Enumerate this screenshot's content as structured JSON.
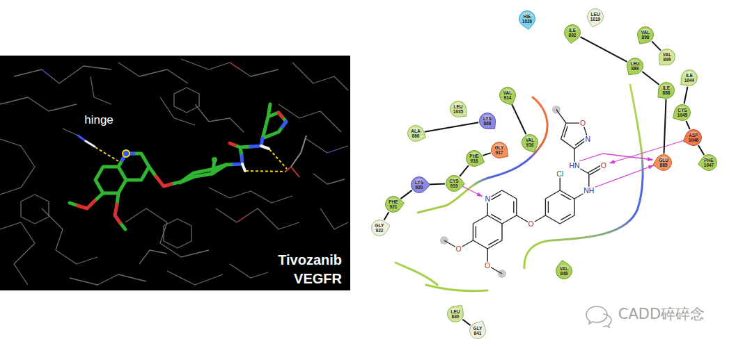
{
  "diagram": {
    "nodes": [
      {
        "text": [
          "HIE 1026"
        ]
      },
      {
        "text": [
          "LEU 1019"
        ]
      },
      {
        "text": [
          "ILE 892"
        ]
      },
      {
        "text": [
          "VAL 898"
        ]
      },
      {
        "text": [
          "VAL 899"
        ]
      },
      {
        "text": [
          "LEU 889"
        ]
      },
      {
        "text": [
          "ILE 1044"
        ]
      },
      {
        "text": [
          "ILE 888"
        ]
      },
      {
        "text": [
          "VAL 914"
        ]
      },
      {
        "text": [
          "LEU 1035"
        ]
      },
      {
        "text": [
          "CYS 1045"
        ]
      },
      {
        "text": [
          "LYS 868"
        ]
      },
      {
        "text": [
          "ALA 866"
        ]
      },
      {
        "text": [
          "ASP 1046"
        ]
      },
      {
        "text": [
          "VAL 916"
        ]
      },
      {
        "text": [
          "GLY 917"
        ]
      },
      {
        "text": [
          "PHE 918"
        ]
      },
      {
        "text": [
          "GLU 885"
        ]
      },
      {
        "text": [
          "PHE 1047"
        ]
      },
      {
        "text": [
          "CYS 919"
        ]
      },
      {
        "text": [
          "LYS 920"
        ]
      },
      {
        "text": [
          "PHE 921"
        ]
      },
      {
        "text": [
          "GLY 922"
        ]
      },
      {
        "text": [
          "VAL 848"
        ]
      },
      {
        "text": [
          "LEU 840"
        ]
      },
      {
        "text": [
          "GLY 841"
        ]
      }
    ],
    "edges": [
      {
        "from": 2,
        "to": 5,
        "arrow": "none"
      },
      {
        "from": 5,
        "to": 7,
        "arrow": "none"
      },
      {
        "from": 7,
        "to": 17,
        "arrow": "none"
      },
      {
        "from": 3,
        "to": 4,
        "arrow": "none"
      },
      {
        "from": 6,
        "to": 10,
        "arrow": "none"
      },
      {
        "from": 10,
        "to": 13,
        "arrow": "none"
      },
      {
        "from": 13,
        "to": 18,
        "arrow": "none"
      },
      {
        "from": 12,
        "to": 11,
        "arrow": "none"
      },
      {
        "from": 8,
        "to": 14,
        "arrow": "none"
      },
      {
        "from": 15,
        "to": 16,
        "arrow": "none"
      },
      {
        "from": 16,
        "to": 19,
        "arrow": "none"
      },
      {
        "from": 19,
        "to": 20,
        "arrow": "none"
      },
      {
        "from": 20,
        "to": 21,
        "arrow": "none"
      },
      {
        "from": 21,
        "to": 22,
        "arrow": "none"
      },
      {
        "from": 24,
        "to": 25,
        "arrow": "none"
      }
    ],
    "labels": [
      "hinge",
      "Tivozanib",
      "VEGFR",
      "O",
      "N",
      "HN",
      "O",
      "Cl",
      "NH",
      "N",
      "O",
      "O",
      "O",
      "CADD碎碎念"
    ]
  }
}
